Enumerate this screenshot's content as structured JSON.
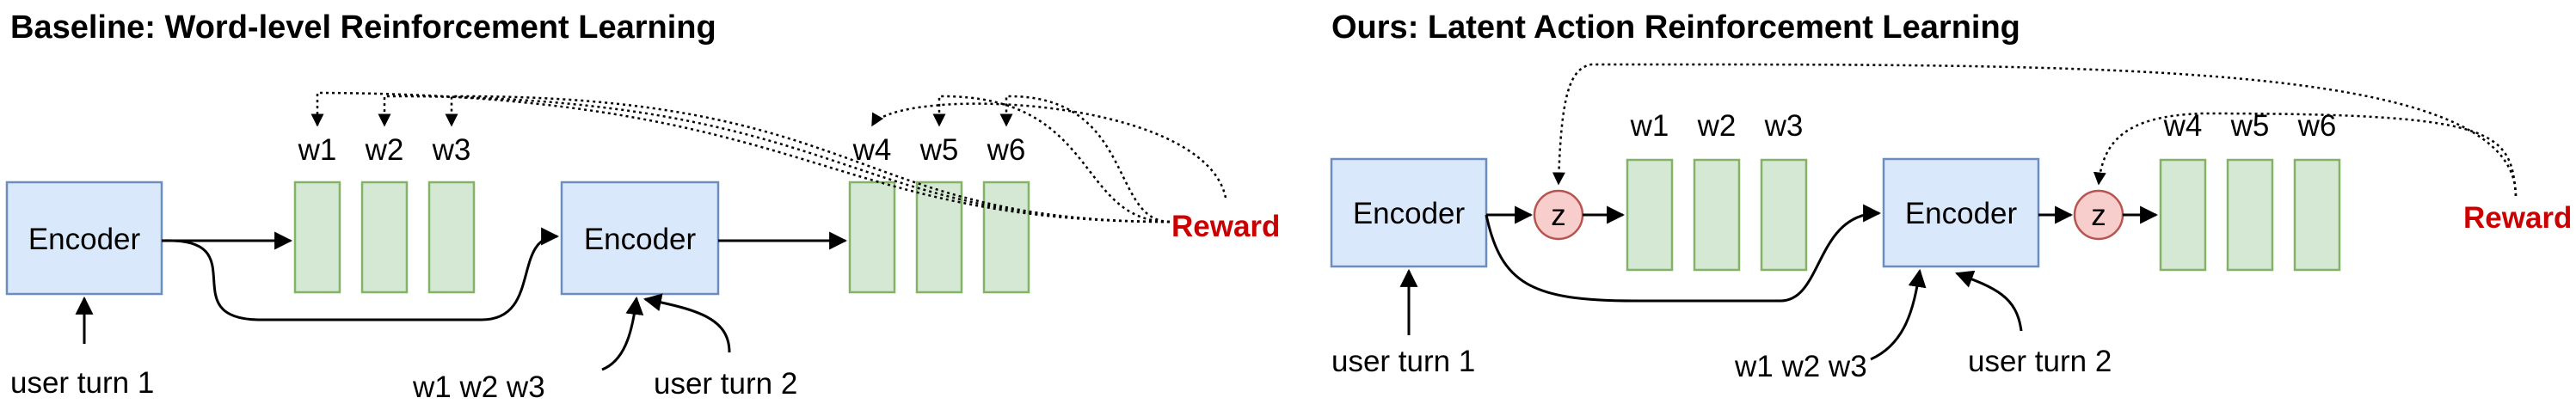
{
  "left_panel": {
    "title": "Baseline: Word-level Reinforcement Learning",
    "encoder1_label": "Encoder",
    "encoder2_label": "Encoder",
    "tokens_top": [
      "w1",
      "w2",
      "w3",
      "w4",
      "w5",
      "w6"
    ],
    "input1_label": "user turn 1",
    "input_words": "w1 w2 w3",
    "input2_label": "user turn 2",
    "reward_label": "Reward"
  },
  "right_panel": {
    "title": "Ours: Latent Action Reinforcement Learning",
    "encoder1_label": "Encoder",
    "encoder2_label": "Encoder",
    "latent1_label": "z",
    "latent2_label": "z",
    "tokens_top": [
      "w1",
      "w2",
      "w3",
      "w4",
      "w5",
      "w6"
    ],
    "input1_label": "user turn 1",
    "input_words": "w1 w2 w3",
    "input2_label": "user turn 2",
    "reward_label": "Reward"
  },
  "colors": {
    "encoder_fill": "#dae8fc",
    "encoder_stroke": "#6c8ebf",
    "token_fill": "#d5e8d4",
    "token_stroke": "#82b366",
    "latent_fill": "#f8cecc",
    "latent_stroke": "#b85450",
    "reward_text": "#cc0000"
  }
}
